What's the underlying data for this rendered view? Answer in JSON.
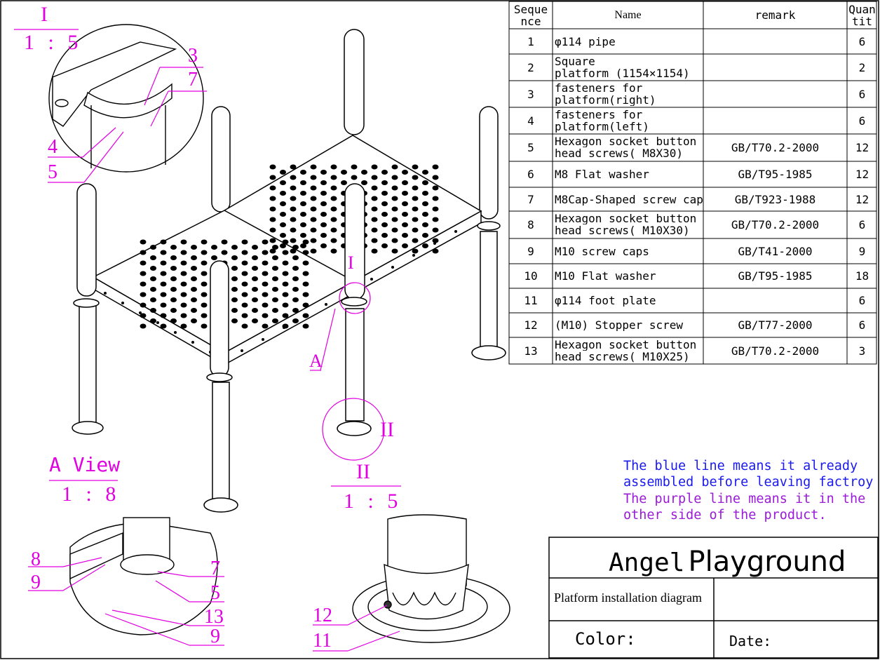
{
  "bom": {
    "headers": {
      "seq": [
        "Seque",
        "nce"
      ],
      "name": "Name",
      "remark": "remark",
      "qty": [
        "Quan",
        "tit"
      ]
    },
    "rows": [
      {
        "seq": "1",
        "name": [
          "φ114 pipe"
        ],
        "remark": "",
        "qty": "6"
      },
      {
        "seq": "2",
        "name": [
          "Square",
          "platform (1154×1154)"
        ],
        "remark": "",
        "qty": "2"
      },
      {
        "seq": "3",
        "name": [
          "fasteners for",
          "platform(right)"
        ],
        "remark": "",
        "qty": "6"
      },
      {
        "seq": "4",
        "name": [
          "fasteners for",
          "platform(left)"
        ],
        "remark": "",
        "qty": "6"
      },
      {
        "seq": "5",
        "name": [
          "Hexagon socket button",
          "head screws( M8X30)"
        ],
        "remark": "GB/T70.2-2000",
        "qty": "12"
      },
      {
        "seq": "6",
        "name": [
          "M8 Flat washer"
        ],
        "remark": "GB/T95-1985",
        "qty": "12"
      },
      {
        "seq": "7",
        "name": [
          "M8Cap-Shaped screw cap"
        ],
        "remark": "GB/T923-1988",
        "qty": "12"
      },
      {
        "seq": "8",
        "name": [
          "Hexagon socket button",
          "head screws( M10X30)"
        ],
        "remark": "GB/T70.2-2000",
        "qty": "6"
      },
      {
        "seq": "9",
        "name": [
          "M10 screw caps"
        ],
        "remark": "GB/T41-2000",
        "qty": "9"
      },
      {
        "seq": "10",
        "name": [
          "M10 Flat washer"
        ],
        "remark": "GB/T95-1985",
        "qty": "18"
      },
      {
        "seq": "11",
        "name": [
          "φ114 foot plate"
        ],
        "remark": "",
        "qty": "6"
      },
      {
        "seq": "12",
        "name": [
          "(M10) Stopper screw"
        ],
        "remark": "GB/T77-2000",
        "qty": "6"
      },
      {
        "seq": "13",
        "name": [
          "Hexagon socket button",
          "head screws( M10X25)"
        ],
        "remark": "GB/T70.2-2000",
        "qty": "3"
      }
    ]
  },
  "notes": {
    "blue": [
      "The blue line means it already",
      "assembled before leaving factroy"
    ],
    "purple": [
      "The purple line means it in the",
      "other side of the product."
    ]
  },
  "title_block": {
    "brand": "Angel",
    "title": "Playground",
    "description": "Platform installation diagram",
    "color_label": "Color:",
    "date_label": "Date:"
  },
  "views": {
    "detail_1": {
      "label": "I",
      "scale": "1 : 5",
      "callouts": [
        "3",
        "7",
        "4",
        "5"
      ]
    },
    "detail_2": {
      "label": "II",
      "scale": "1 : 5",
      "callouts": [
        "12",
        "11"
      ]
    },
    "view_a": {
      "label": "A View",
      "scale": "1 : 8",
      "callouts": [
        "8",
        "9",
        "7",
        "5",
        "13",
        "9"
      ]
    },
    "main": {
      "markers": [
        "I",
        "A",
        "II"
      ]
    }
  },
  "colors": {
    "callout": "#e000e0",
    "blue_note": "#1a1aee",
    "purple_note": "#9b1bd8",
    "line": "#000000"
  }
}
